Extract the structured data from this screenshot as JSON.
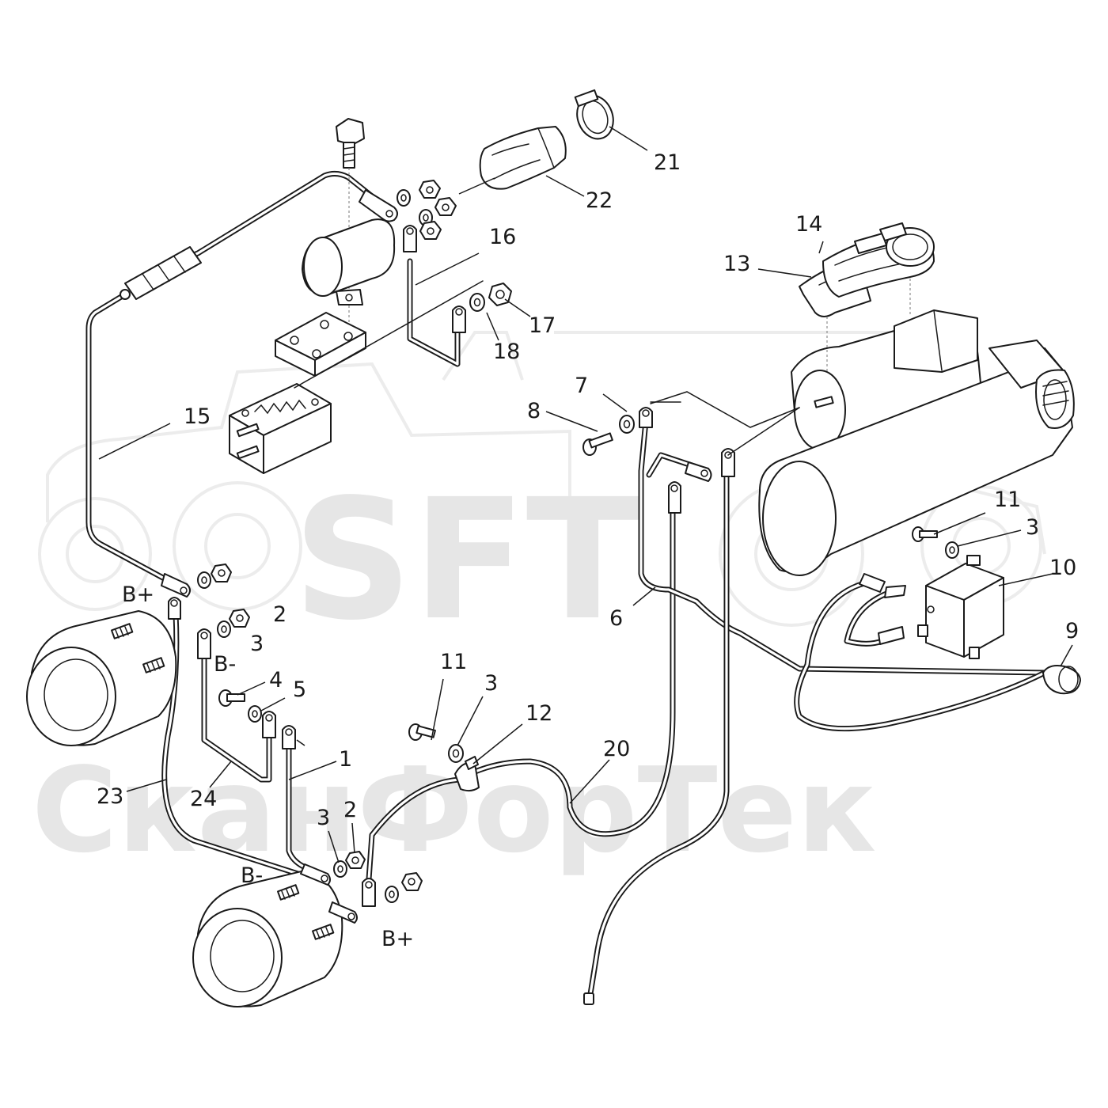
{
  "watermark": {
    "logo_text": "SFT",
    "brand_text": "СканФорТек",
    "tractor": "tractor-silhouette-icon"
  },
  "callouts": {
    "c1": "1",
    "c2a": "2",
    "c2b": "2",
    "c3a": "3",
    "c3b": "3",
    "c3c": "3",
    "c3d": "3",
    "c4": "4",
    "c5": "5",
    "c6": "6",
    "c7": "7",
    "c8": "8",
    "c9": "9",
    "c10": "10",
    "c11a": "11",
    "c11b": "11",
    "c12": "12",
    "c13": "13",
    "c14": "14",
    "c15": "15",
    "c16": "16",
    "c17": "17",
    "c18": "18",
    "c20": "20",
    "c21": "21",
    "c22": "22",
    "c23": "23",
    "c24": "24"
  },
  "terminals": {
    "bplus_top": "B+",
    "bminus_top": "B-",
    "bminus_bottom": "B-",
    "bplus_bottom": "B+"
  },
  "colors": {
    "line": "#1a1a1a",
    "watermark": "#e6e6e6",
    "background": "#ffffff"
  }
}
